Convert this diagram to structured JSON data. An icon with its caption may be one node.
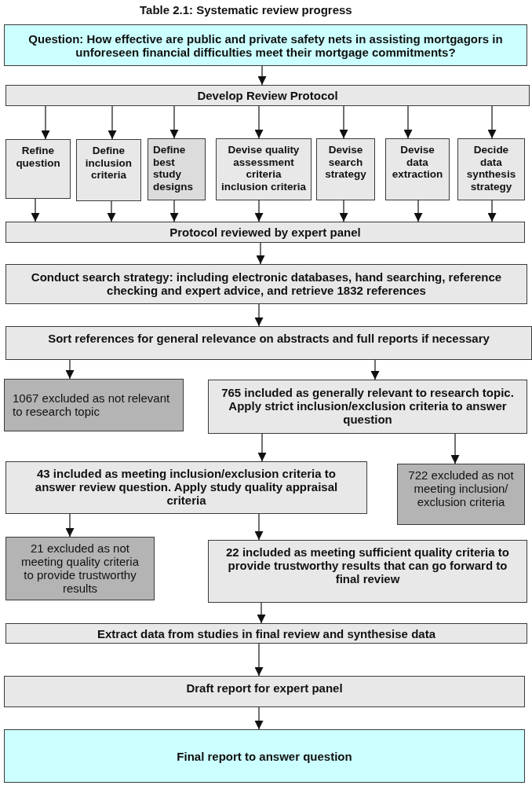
{
  "diagram": {
    "title": "Table 2.1: Systematic review progress",
    "nodes": [
      {
        "text": [
          "Question: How effective are public and private safety nets in assisting mortgagors in unforeseen financial difficulties meet their mortgage commitments?"
        ]
      },
      {
        "text": [
          "Develop Review Protocol"
        ]
      },
      {
        "text": [
          "Refine question"
        ]
      },
      {
        "text": [
          "Define inclusion criteria"
        ]
      },
      {
        "text": [
          "Define best study designs"
        ]
      },
      {
        "text": [
          "Devise quality assessment criteria",
          "inclusion criteria"
        ]
      },
      {
        "text": [
          "Devise search strategy"
        ]
      },
      {
        "text": [
          "Devise data extraction"
        ]
      },
      {
        "text": [
          "Decide data synthesis strategy"
        ]
      },
      {
        "text": [
          "Protocol reviewed by expert panel"
        ]
      },
      {
        "text": [
          "Conduct search strategy: including electronic databases, hand searching, reference checking and expert advice, and retrieve 1832 references"
        ]
      },
      {
        "text": [
          "Sort references for general relevance on abstracts and full reports if necessary"
        ]
      },
      {
        "text": [
          "1067 excluded as not relevant to research topic"
        ]
      },
      {
        "text": [
          "765 included as generally relevant to research topic. Apply strict inclusion/exclusion criteria to answer question"
        ]
      },
      {
        "text": [
          "43 included as meeting inclusion/exclusion criteria to answer review question. Apply study quality appraisal criteria"
        ]
      },
      {
        "text": [
          "722 excluded as not meeting inclusion/ exclusion criteria"
        ]
      },
      {
        "text": [
          "21 excluded as not meeting quality criteria to provide trustworthy results"
        ]
      },
      {
        "text": [
          "22 included as meeting sufficient quality criteria to provide trustworthy results that can go forward to final review"
        ]
      },
      {
        "text": [
          "Extract data from studies in final review and synthesise data"
        ]
      },
      {
        "text": [
          "Draft report for expert panel"
        ]
      },
      {
        "text": [
          "Final report to answer question"
        ]
      }
    ],
    "edges": [
      {
        "from": 0,
        "to": 1,
        "arrow": "to"
      },
      {
        "from": 1,
        "to": 2,
        "arrow": "to"
      },
      {
        "from": 1,
        "to": 3,
        "arrow": "to"
      },
      {
        "from": 1,
        "to": 4,
        "arrow": "to"
      },
      {
        "from": 1,
        "to": 5,
        "arrow": "to"
      },
      {
        "from": 1,
        "to": 6,
        "arrow": "to"
      },
      {
        "from": 1,
        "to": 7,
        "arrow": "to"
      },
      {
        "from": 1,
        "to": 8,
        "arrow": "to"
      },
      {
        "from": 2,
        "to": 9,
        "arrow": "to"
      },
      {
        "from": 3,
        "to": 9,
        "arrow": "to"
      },
      {
        "from": 4,
        "to": 9,
        "arrow": "to"
      },
      {
        "from": 5,
        "to": 9,
        "arrow": "to"
      },
      {
        "from": 6,
        "to": 9,
        "arrow": "to"
      },
      {
        "from": 7,
        "to": 9,
        "arrow": "to"
      },
      {
        "from": 8,
        "to": 9,
        "arrow": "to"
      },
      {
        "from": 9,
        "to": 10,
        "arrow": "to"
      },
      {
        "from": 10,
        "to": 11,
        "arrow": "to"
      },
      {
        "from": 11,
        "to": 12,
        "arrow": "to"
      },
      {
        "from": 11,
        "to": 13,
        "arrow": "to"
      },
      {
        "from": 13,
        "to": 14,
        "arrow": "to"
      },
      {
        "from": 13,
        "to": 15,
        "arrow": "to"
      },
      {
        "from": 14,
        "to": 16,
        "arrow": "to"
      },
      {
        "from": 14,
        "to": 17,
        "arrow": "to"
      },
      {
        "from": 17,
        "to": 18,
        "arrow": "to"
      },
      {
        "from": 18,
        "to": 19,
        "arrow": "to"
      },
      {
        "from": 19,
        "to": 20,
        "arrow": "to"
      }
    ]
  }
}
